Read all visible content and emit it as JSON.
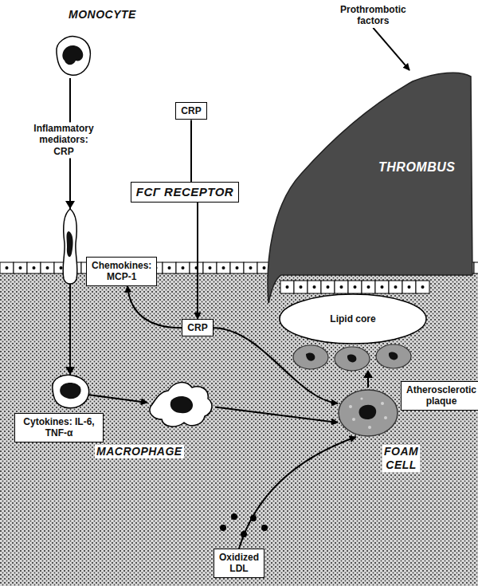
{
  "diagram": {
    "nodes": [
      {
        "text": [
          "MONOCYTE"
        ]
      },
      {
        "text": [
          "Prothrombotic factors"
        ]
      },
      {
        "text": [
          "CRP"
        ]
      },
      {
        "text": [
          "FCΓ RECEPTOR"
        ]
      },
      {
        "text": [
          "THROMBUS"
        ]
      },
      {
        "text": [
          "Lipid core"
        ]
      },
      {
        "text": [
          "Chemokines: MCP-1"
        ]
      },
      {
        "text": [
          "CRP"
        ]
      },
      {
        "text": [
          "Atherosclerotic plaque"
        ]
      },
      {
        "text": [
          "Cytokines: IL-6, TNF-α"
        ]
      },
      {
        "text": [
          "MACROPHAGE"
        ]
      },
      {
        "text": [
          "FOAM CELL"
        ]
      },
      {
        "text": [
          "Oxidized LDL"
        ]
      }
    ],
    "edges": [
      {
        "from": 0,
        "to": 10,
        "arrow": "to",
        "label": "Inflammatory mediators: CRP"
      },
      {
        "from": 1,
        "to": 4,
        "arrow": "to"
      },
      {
        "from": 2,
        "to": 3,
        "arrow": "none"
      },
      {
        "from": 3,
        "to": 7,
        "arrow": "to"
      },
      {
        "from": 7,
        "to": 6,
        "arrow": "to"
      },
      {
        "from": 7,
        "to": 11,
        "arrow": "to"
      },
      {
        "from": 10,
        "to": 11,
        "arrow": "to"
      },
      {
        "from": 12,
        "to": 11,
        "arrow": "to"
      }
    ]
  }
}
